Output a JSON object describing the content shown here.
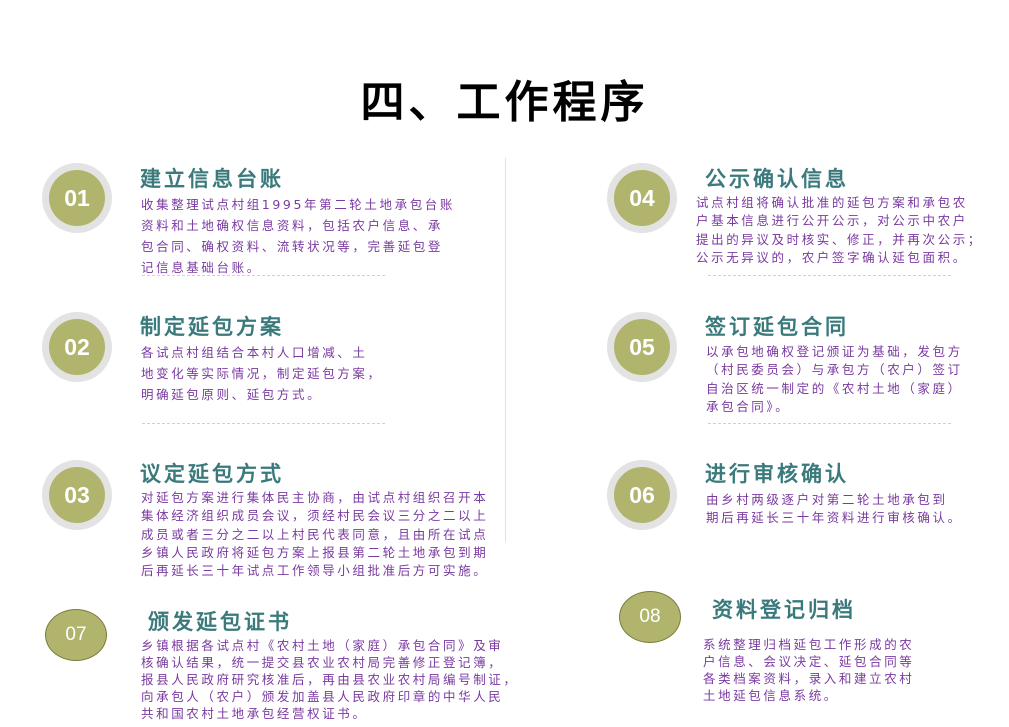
{
  "title": "四、工作程序",
  "steps": [
    {
      "num": "01",
      "heading": "建立信息台账",
      "lines": [
        "收集整理试点村组1995年第二轮土地承包台账",
        "资料和土地确权信息资料，包括农户信息、承",
        "包合同、确权资料、流转状况等，完善延包登",
        "记信息基础台账。"
      ]
    },
    {
      "num": "02",
      "heading": "制定延包方案",
      "lines": [
        "各试点村组结合本村人口增减、土",
        "地变化等实际情况，制定延包方案，",
        "明确延包原则、延包方式。"
      ]
    },
    {
      "num": "03",
      "heading": "议定延包方式",
      "lines": [
        "对延包方案进行集体民主协商，由试点村组织召开本",
        "集体经济组织成员会议，须经村民会议三分之二以上",
        "成员或者三分之二以上村民代表同意，且由所在试点",
        "乡镇人民政府将延包方案上报县第二轮土地承包到期",
        "后再延长三十年试点工作领导小组批准后方可实施。"
      ]
    },
    {
      "num": "04",
      "heading": "公示确认信息",
      "lines": [
        "试点村组将确认批准的延包方案和承包农",
        "户基本信息进行公开公示，对公示中农户",
        "提出的异议及时核实、修正，并再次公示；",
        "公示无异议的，农户签字确认延包面积。"
      ]
    },
    {
      "num": "05",
      "heading": "签订延包合同",
      "lines": [
        "以承包地确权登记颁证为基础，发包方",
        "（村民委员会）与承包方（农户）签订",
        "自治区统一制定的《农村土地（家庭）",
        "承包合同》。"
      ]
    },
    {
      "num": "06",
      "heading": "进行审核确认",
      "lines": [
        "由乡村两级逐户对第二轮土地承包到",
        "期后再延长三十年资料进行审核确认。"
      ]
    },
    {
      "num": "07",
      "heading": "颁发延包证书",
      "lines": [
        "乡镇根据各试点村《农村土地（家庭）承包合同》及审",
        "核确认结果，统一提交县农业农村局完善修正登记簿，",
        "报县人民政府研究核准后，再由县农业农村局编号制证，",
        "向承包人（农户）颁发加盖县人民政府印章的中华人民",
        "共和国农村土地承包经营权证书。"
      ]
    },
    {
      "num": "08",
      "heading": "资料登记归档",
      "lines": [
        "系统整理归档延包工作形成的农",
        "户信息、会议决定、延包合同等",
        "各类档案资料，录入和建立农村",
        "土地延包信息系统。"
      ]
    }
  ]
}
